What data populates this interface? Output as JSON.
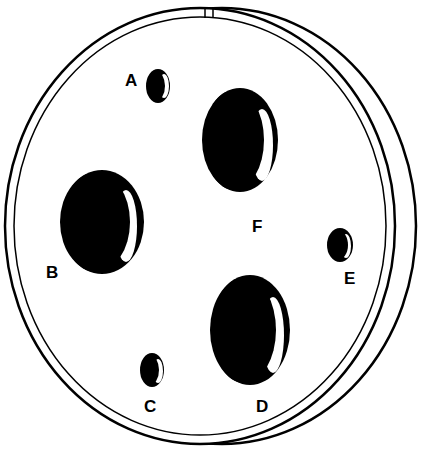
{
  "diagram": {
    "labels": [
      "A",
      "F",
      "B",
      "E",
      "C",
      "D"
    ]
  }
}
